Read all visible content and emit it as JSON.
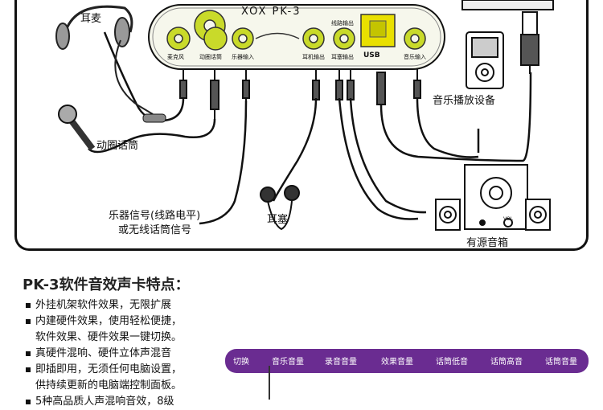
{
  "diagram": {
    "device_title": "XOX PK-3",
    "ports_left": [
      "麦克风",
      "动圈话筒",
      "乐器输入"
    ],
    "ports_right": [
      "耳机输出",
      "耳塞输出",
      "USB",
      "音乐输入"
    ],
    "port_top_label": "线路输出",
    "labels": {
      "headset": "耳麦",
      "dynamic_mic": "动圈话筒",
      "instrument_line1": "乐器信号(线路电平)",
      "instrument_line2": "或无线话筒信号",
      "earbuds": "耳塞",
      "music_player": "音乐播放设备",
      "speakers": "有源音箱",
      "speaker_vol": "VOL"
    }
  },
  "features": {
    "title": "PK-3软件音效声卡特点：",
    "items": [
      "外挂机架软件效果，无限扩展",
      "内建硬件效果，使用轻松便捷，",
      "软件效果、硬件效果一键切换。",
      "真硬件混响、硬件立体声混音",
      "即插即用，无须任何电脑设置，",
      "供持续更新的电脑端控制面板。",
      "5种高品质人声混响音效，8级"
    ]
  },
  "control_bar": {
    "items": [
      "切换",
      "音乐音量",
      "录音音量",
      "效果音量",
      "话筒低音",
      "话筒高音",
      "话筒音量"
    ]
  },
  "colors": {
    "panel": "#f6f7ec",
    "knob": "#c9da2a",
    "usb_yellow": "#e9e000",
    "bar": "#6a2c91"
  }
}
